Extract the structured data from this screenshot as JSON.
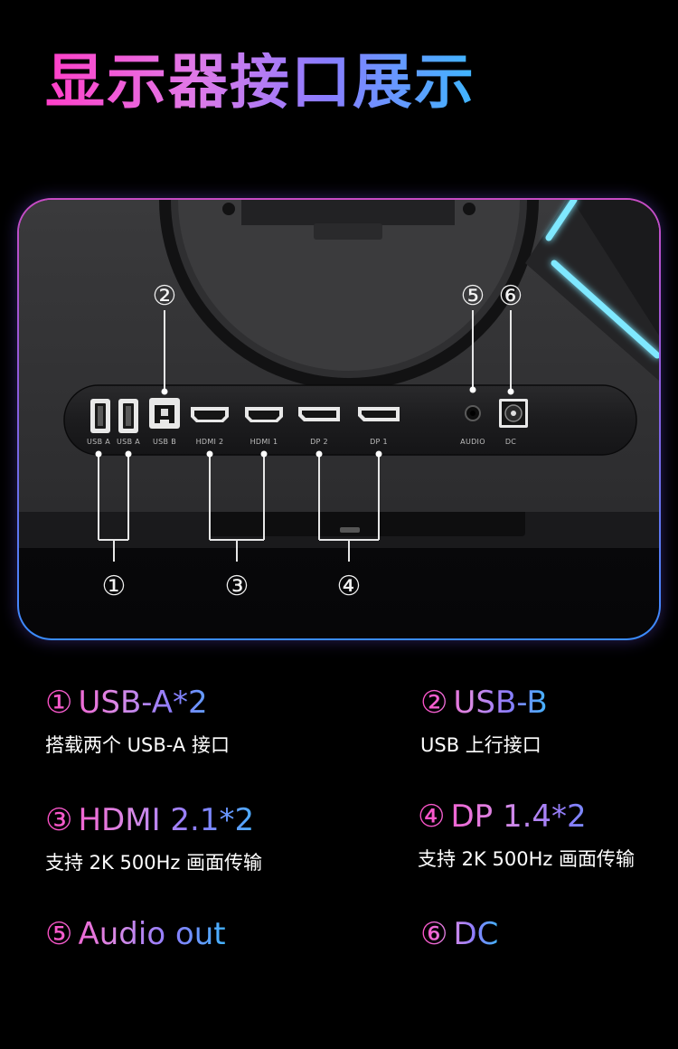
{
  "title": "显示器接口展示",
  "ports": {
    "usb_a1": "USB A",
    "usb_a2": "USB A",
    "usb_b": "USB B",
    "hdmi2": "HDMI 2",
    "hdmi1": "HDMI 1",
    "dp2": "DP 2",
    "dp1": "DP 1",
    "audio": "AUDIO",
    "dc": "DC"
  },
  "markers": [
    "①",
    "②",
    "③",
    "④",
    "⑤",
    "⑥"
  ],
  "specs": [
    {
      "num": "①",
      "name": "USB-A*2",
      "desc": "搭载两个 USB-A 接口"
    },
    {
      "num": "②",
      "name": "USB-B",
      "desc": "USB 上行接口"
    },
    {
      "num": "③",
      "name": "HDMI 2.1*2",
      "desc": "支持 2K 500Hz 画面传输"
    },
    {
      "num": "④",
      "name": "DP 1.4*2",
      "desc": "支持 2K 500Hz 画面传输"
    },
    {
      "num": "⑤",
      "name": "Audio out",
      "desc": ""
    },
    {
      "num": "⑥",
      "name": "DC",
      "desc": ""
    }
  ],
  "colors": {
    "gradient_pink": "#ff3fc8",
    "gradient_purple": "#8a7cff",
    "gradient_blue": "#3fb6ff",
    "led_cyan": "#7fe8ff"
  }
}
